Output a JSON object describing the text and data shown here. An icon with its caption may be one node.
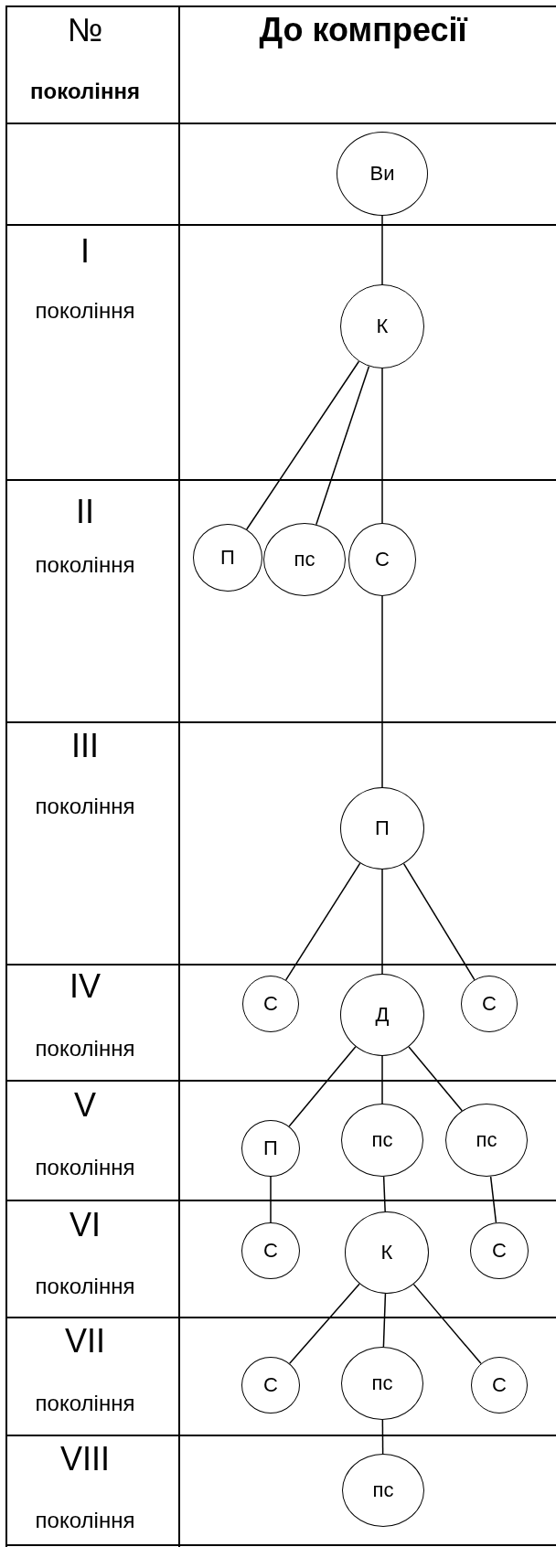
{
  "diagram": {
    "nodes": [
      {
        "text": [
          "Ви"
        ]
      },
      {
        "text": [
          "К"
        ]
      },
      {
        "text": [
          "П"
        ]
      },
      {
        "text": [
          "пс"
        ]
      },
      {
        "text": [
          "С"
        ]
      },
      {
        "text": [
          "П"
        ]
      },
      {
        "text": [
          "С"
        ]
      },
      {
        "text": [
          "Д"
        ]
      },
      {
        "text": [
          "С"
        ]
      },
      {
        "text": [
          "П"
        ]
      },
      {
        "text": [
          "пс"
        ]
      },
      {
        "text": [
          "пс"
        ]
      },
      {
        "text": [
          "С"
        ]
      },
      {
        "text": [
          "К"
        ]
      },
      {
        "text": [
          "С"
        ]
      },
      {
        "text": [
          "С"
        ]
      },
      {
        "text": [
          "пс"
        ]
      },
      {
        "text": [
          "С"
        ]
      },
      {
        "text": [
          "пс"
        ]
      }
    ],
    "edges": [
      {
        "from": 0,
        "to": 1,
        "arrow": "none"
      },
      {
        "from": 1,
        "to": 2,
        "arrow": "none"
      },
      {
        "from": 1,
        "to": 3,
        "arrow": "none"
      },
      {
        "from": 1,
        "to": 4,
        "arrow": "none"
      },
      {
        "from": 4,
        "to": 5,
        "arrow": "none"
      },
      {
        "from": 5,
        "to": 6,
        "arrow": "none"
      },
      {
        "from": 5,
        "to": 7,
        "arrow": "none"
      },
      {
        "from": 5,
        "to": 8,
        "arrow": "none"
      },
      {
        "from": 7,
        "to": 9,
        "arrow": "none"
      },
      {
        "from": 7,
        "to": 10,
        "arrow": "none"
      },
      {
        "from": 7,
        "to": 11,
        "arrow": "none"
      },
      {
        "from": 9,
        "to": 12,
        "arrow": "none"
      },
      {
        "from": 10,
        "to": 13,
        "arrow": "none"
      },
      {
        "from": 11,
        "to": 14,
        "arrow": "none"
      },
      {
        "from": 13,
        "to": 15,
        "arrow": "none"
      },
      {
        "from": 13,
        "to": 16,
        "arrow": "none"
      },
      {
        "from": 13,
        "to": 17,
        "arrow": "none"
      },
      {
        "from": 16,
        "to": 18,
        "arrow": "none"
      }
    ],
    "labels": [
      "№",
      "покоління",
      "До компресії",
      "I",
      "покоління",
      "II",
      "покоління",
      "III",
      "покоління",
      "IV",
      "покоління",
      "V",
      "покоління",
      "VI",
      "покоління",
      "VII",
      "покоління",
      "VIII",
      "покоління"
    ]
  }
}
